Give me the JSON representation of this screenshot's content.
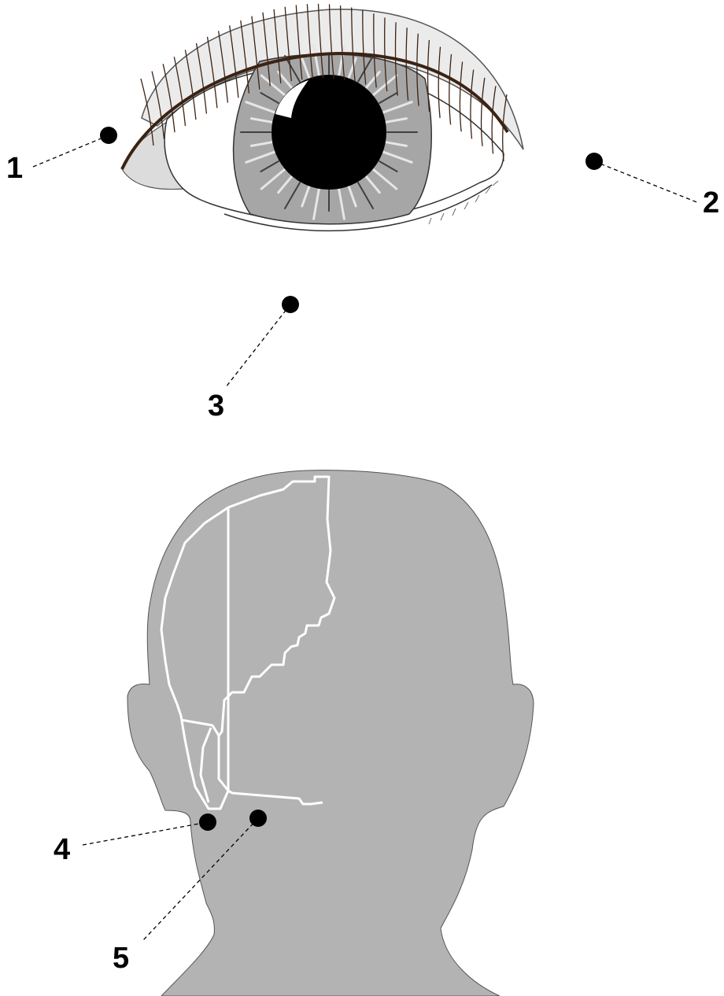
{
  "callouts": [
    {
      "id": "1",
      "label": "1"
    },
    {
      "id": "2",
      "label": "2"
    },
    {
      "id": "3",
      "label": "3"
    },
    {
      "id": "4",
      "label": "4"
    },
    {
      "id": "5",
      "label": "5"
    }
  ],
  "colors": {
    "head_fill": "#b3b3b3",
    "iris_fill": "#a6a6a6",
    "pupil_fill": "#000000",
    "lash_color": "#3b2314",
    "lid_shadow": "#e6e6e6",
    "marker": "#000000",
    "head_outline": "#ffffff"
  }
}
